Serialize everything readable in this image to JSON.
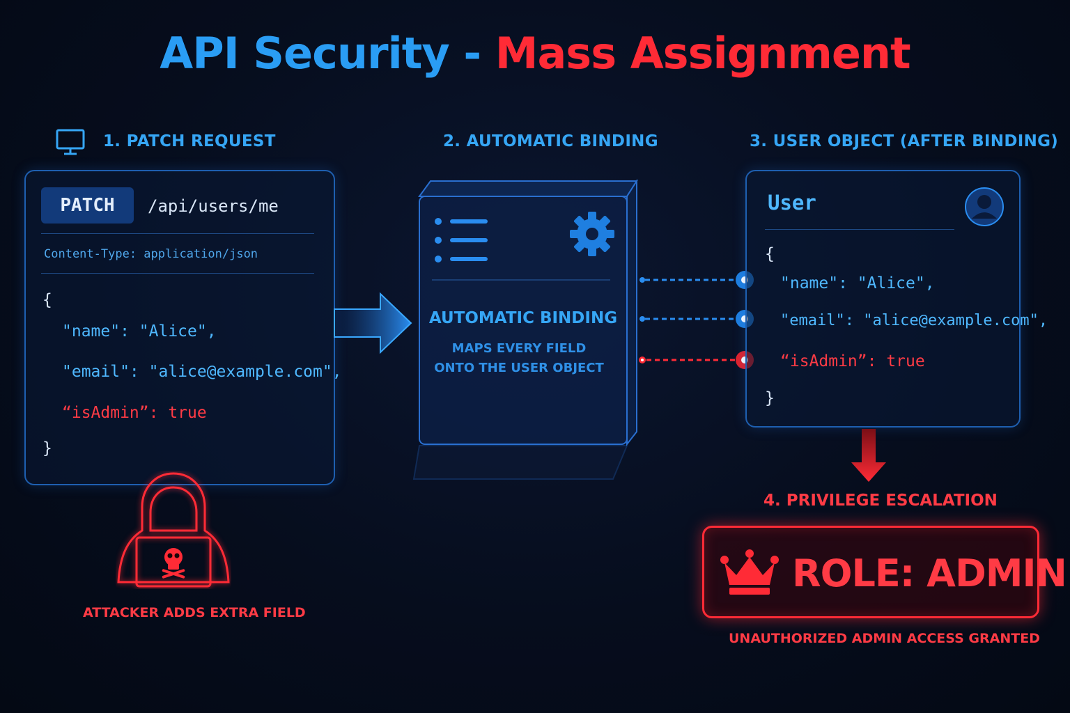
{
  "title": {
    "part1": "API Security - ",
    "part2": "Mass Assignment"
  },
  "steps": {
    "request": "1. PATCH REQUEST",
    "binding": "2. AUTOMATIC BINDING",
    "user_object": "3. USER OBJECT (AFTER BINDING)",
    "escalation": "4. PRIVILEGE ESCALATION"
  },
  "request": {
    "method": "PATCH",
    "path": "/api/users/me",
    "content_type": "Content-Type: application/json",
    "open_brace": "{",
    "close_brace": "}",
    "name_line": "\"name\": \"Alice\",",
    "email_line": "\"email\": \"alice@example.com\",",
    "admin_line": "“isAdmin”: true"
  },
  "binder": {
    "title": "AUTOMATIC BINDING",
    "line1": "MAPS EVERY FIELD",
    "line2": "ONTO THE USER OBJECT"
  },
  "user": {
    "title": "User",
    "open_brace": "{",
    "close_brace": "}",
    "name_line": "\"name\": \"Alice\",",
    "email_line": "\"email\": \"alice@example.com\",",
    "admin_line": "“isAdmin”: true"
  },
  "attacker": {
    "caption": "ATTACKER ADDS EXTRA FIELD"
  },
  "result": {
    "role": "ROLE: ADMIN",
    "caption": "UNAUTHORIZED ADMIN ACCESS GRANTED"
  },
  "colors": {
    "blue": "#2a9df4",
    "red": "#ff2b36",
    "background": "#060d1d"
  },
  "icons": [
    "monitor-icon",
    "list-icon",
    "gear-icon",
    "user-avatar-icon",
    "hacker-icon",
    "skull-icon",
    "crown-icon",
    "arrow-right-icon",
    "arrow-down-icon"
  ]
}
